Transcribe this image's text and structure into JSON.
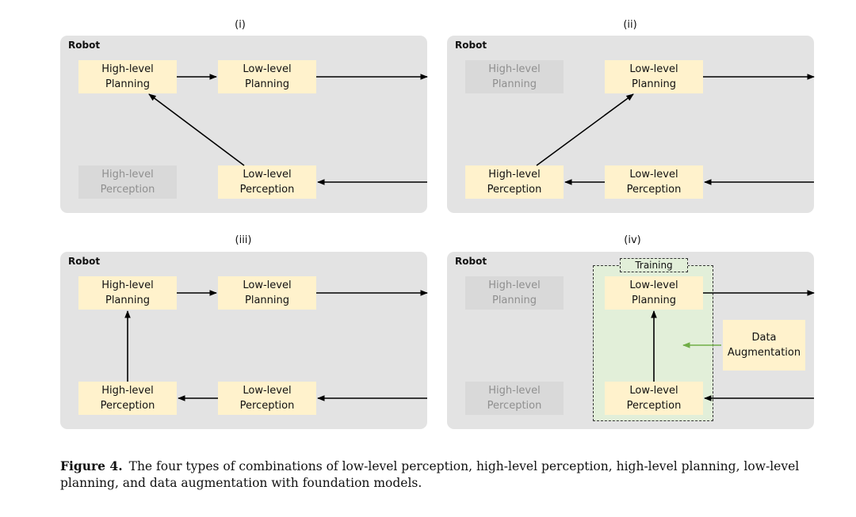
{
  "panels": [
    {
      "title": "(i)",
      "robot_label": "Robot",
      "boxes": {
        "hl_planning": "High-level\nPlanning",
        "ll_planning": "Low-level\nPlanning",
        "hl_perception": "High-level\nPerception",
        "ll_perception": "Low-level\nPerception"
      },
      "dimmed": [
        "hl_perception"
      ],
      "flow": "Low-level Perception → High-level Planning → Low-level Planning"
    },
    {
      "title": "(ii)",
      "robot_label": "Robot",
      "boxes": {
        "hl_planning": "High-level\nPlanning",
        "ll_planning": "Low-level\nPlanning",
        "hl_perception": "High-level\nPerception",
        "ll_perception": "Low-level\nPerception"
      },
      "dimmed": [
        "hl_planning"
      ],
      "flow": "Low-level Perception → High-level Perception → Low-level Planning"
    },
    {
      "title": "(iii)",
      "robot_label": "Robot",
      "boxes": {
        "hl_planning": "High-level\nPlanning",
        "ll_planning": "Low-level\nPlanning",
        "hl_perception": "High-level\nPerception",
        "ll_perception": "Low-level\nPerception"
      },
      "dimmed": [],
      "flow": "Low-level Perception → High-level Perception → High-level Planning → Low-level Planning"
    },
    {
      "title": "(iv)",
      "robot_label": "Robot",
      "boxes": {
        "hl_planning": "High-level\nPlanning",
        "ll_planning": "Low-level\nPlanning",
        "hl_perception": "High-level\nPerception",
        "ll_perception": "Low-level\nPerception",
        "data_augmentation": "Data\nAugmentation"
      },
      "training_label": "Training",
      "dimmed": [
        "hl_planning",
        "hl_perception"
      ],
      "flow": "Low-level Perception → Low-level Planning, Data Augmentation → Training"
    }
  ],
  "caption": {
    "label": "Figure 4.",
    "text": "The four types of combinations of low-level perception, high-level perception, high-level planning, low-level planning, and data augmentation with foundation models."
  },
  "colors": {
    "panel_bg": "#e3e3e3",
    "active_box": "#fff2cc",
    "dimmed_box": "#d9d9d9",
    "dimmed_text": "#8f8f8f",
    "training_bg": "#e2efd9",
    "augmentation_arrow": "#70ad47"
  }
}
